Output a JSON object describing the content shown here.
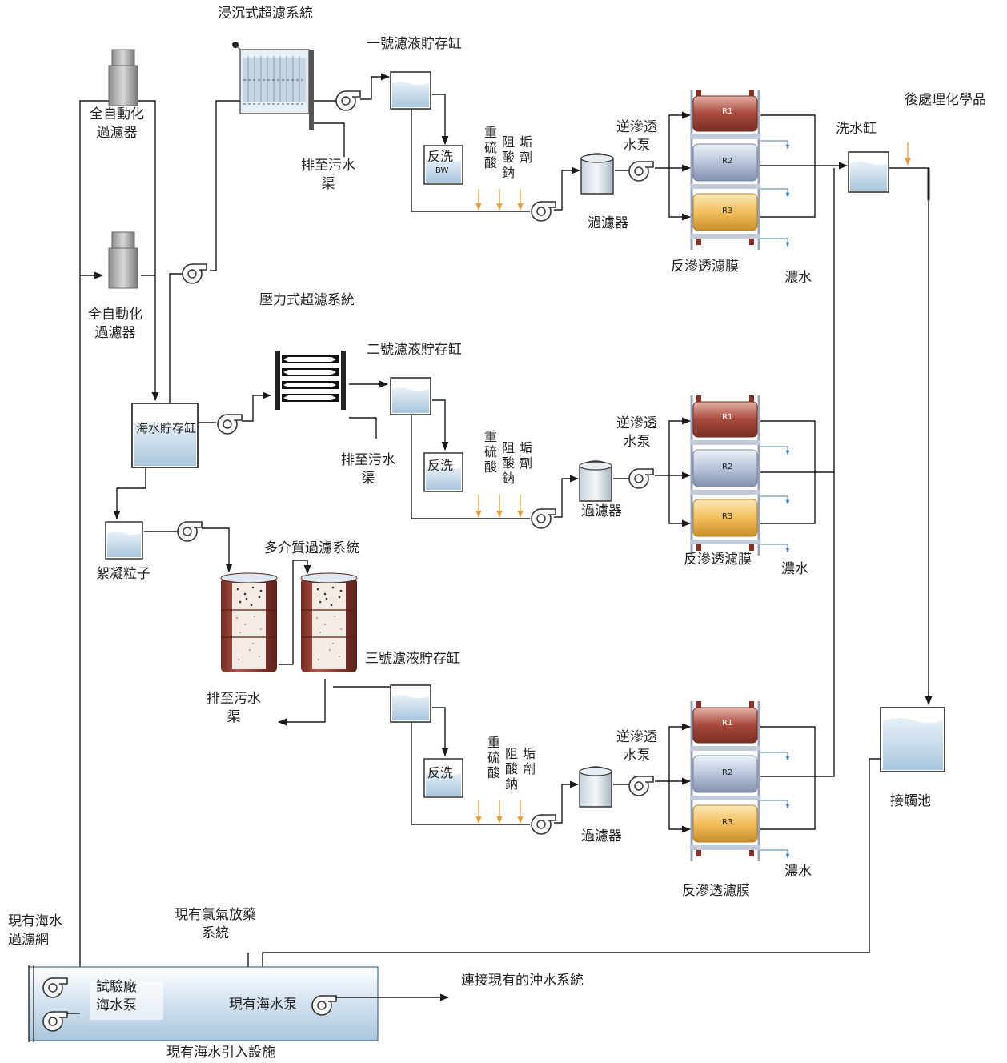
{
  "labels": {
    "immersed_uf_system": "浸沉式超濾系統",
    "tank1": "一號濾液貯存缸",
    "tank2": "二號濾液貯存缸",
    "tank3": "三號濾液貯存缸",
    "auto_filter_1": "全自動化\n過濾器",
    "auto_filter_2": "全自動化\n過濾器",
    "drain_1": "排至污水\n渠",
    "drain_2": "排至污水\n渠",
    "drain_3": "排至污水\n渠",
    "backwash_1": "反洗",
    "backwash_1_tag": "BW",
    "backwash_2": "反洗",
    "backwash_3": "反洗",
    "chem_col1": "重\n硫\n酸",
    "chem_col2": "阻\n酸\n鈉",
    "chem_col3": "垢\n劑",
    "cartridge_filter_1": "濄濾器",
    "cartridge_filter_2": "過濾器",
    "cartridge_filter_3": "過濾器",
    "ro_pump_1": "逆滲透\n水泵",
    "ro_pump_2": "逆滲透\n水泵",
    "ro_pump_3": "逆滲透\n水泵",
    "ro_membrane_1": "反滲透濾膜",
    "ro_membrane_2": "反滲透濾膜",
    "ro_membrane_3": "反滲透濾膜",
    "brine_1": "濃水",
    "brine_2": "濃水",
    "brine_3": "濃水",
    "post_chem": "後處理化學品",
    "wash_tank": "洗水缸",
    "pressure_uf_system": "壓力式超濾系統",
    "seawater_tank": "海水貯存缸",
    "flocculant": "絮凝粒子",
    "multimedia_system": "多介質過濾系統",
    "contact_tank": "接觸池",
    "existing_screen": "現有海水\n過濾網",
    "existing_chlorine": "現有氯氣放藥\n系統",
    "pilot_pump": "試驗廠\n海水泵",
    "existing_pump": "現有海水泵",
    "flush_connect": "連接現有的沖水系統",
    "intake_facility": "現有海水引入設施",
    "r1": "R1",
    "r2": "R2",
    "r3": "R3"
  },
  "colors": {
    "water": "#c9dcea",
    "water_dark": "#9fbfd8",
    "line": "#1a1a1a",
    "chem_arrow": "#e8a13a",
    "r1": "#b5584a",
    "r2": "#c2cde0",
    "r3": "#f0c56a",
    "media_shell": "#9b3e32"
  },
  "icons": [
    "pump-icon",
    "tank-icon",
    "filter-vessel-icon",
    "ro-membrane-icon",
    "uf-module-icon",
    "arrow-icon"
  ]
}
